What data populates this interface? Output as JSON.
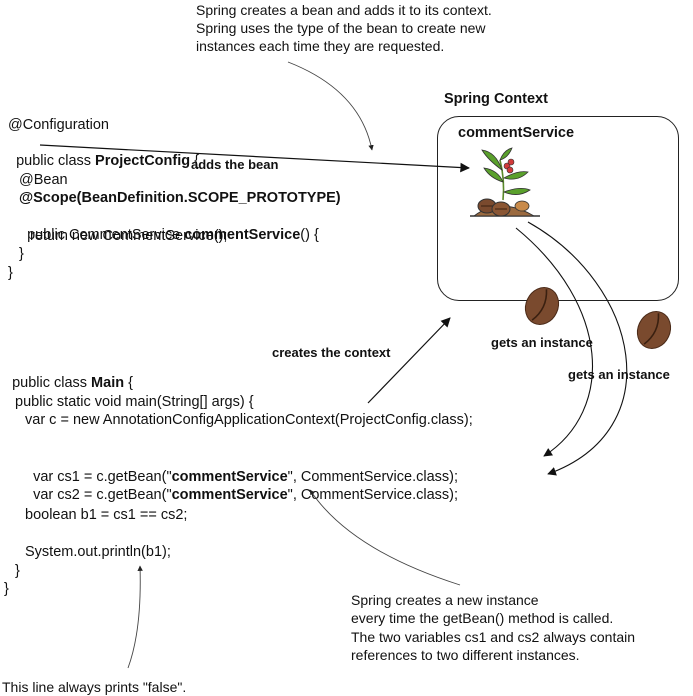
{
  "top_note": {
    "line1": "Spring creates a bean and adds it to its context.",
    "line2": "Spring uses the type of the bean to create new",
    "line3": "instances each time they are requested."
  },
  "context": {
    "title": "Spring Context",
    "bean_name": "commentService",
    "bean_icon": "coffee-plant-icon"
  },
  "config_code": {
    "l1": "@Configuration",
    "l2_a": "public class ",
    "l2_b": "ProjectConfig",
    "l2_c": " {",
    "l3": "@Bean",
    "l4": "@Scope(BeanDefinition.SCOPE_PROTOTYPE)",
    "l5_a": "public CommentService ",
    "l5_b": "commentService",
    "l5_c": "() {",
    "l6": "return new CommentService();",
    "l7": "}",
    "l8": "}"
  },
  "labels": {
    "adds_bean": "adds the bean",
    "creates_context": "creates the context",
    "gets_instance_1": "gets an instance",
    "gets_instance_2": "gets an instance"
  },
  "main_code": {
    "l1_a": "public class ",
    "l1_b": "Main",
    "l1_c": " {",
    "l2": "public static void main(String[] args) {",
    "l3": "var c = new AnnotationConfigApplicationContext(ProjectConfig.class);",
    "l4_a": "var cs1 = c.getBean(\"",
    "l4_b": "commentService",
    "l4_c": "\", CommentService.class);",
    "l5_a": "var cs2 = c.getBean(\"",
    "l5_b": "commentService",
    "l5_c": "\", CommentService.class);",
    "l6": "boolean b1 = cs1 == cs2;",
    "l7": "System.out.println(b1);",
    "l8": "}",
    "l9": "}"
  },
  "bottom_note": {
    "line1": "Spring creates a new instance",
    "line2": "every time the getBean() method is called.",
    "line3": "The two variables cs1 and cs2 always contain",
    "line4": "references to two different instances."
  },
  "false_note": "This line always prints \"false\".",
  "colors": {
    "bean": "#7a4a2e",
    "bean_dark": "#4a2a18",
    "leaf": "#5aa02c",
    "berry": "#d23a3a",
    "soil": "#9b6a3f"
  }
}
